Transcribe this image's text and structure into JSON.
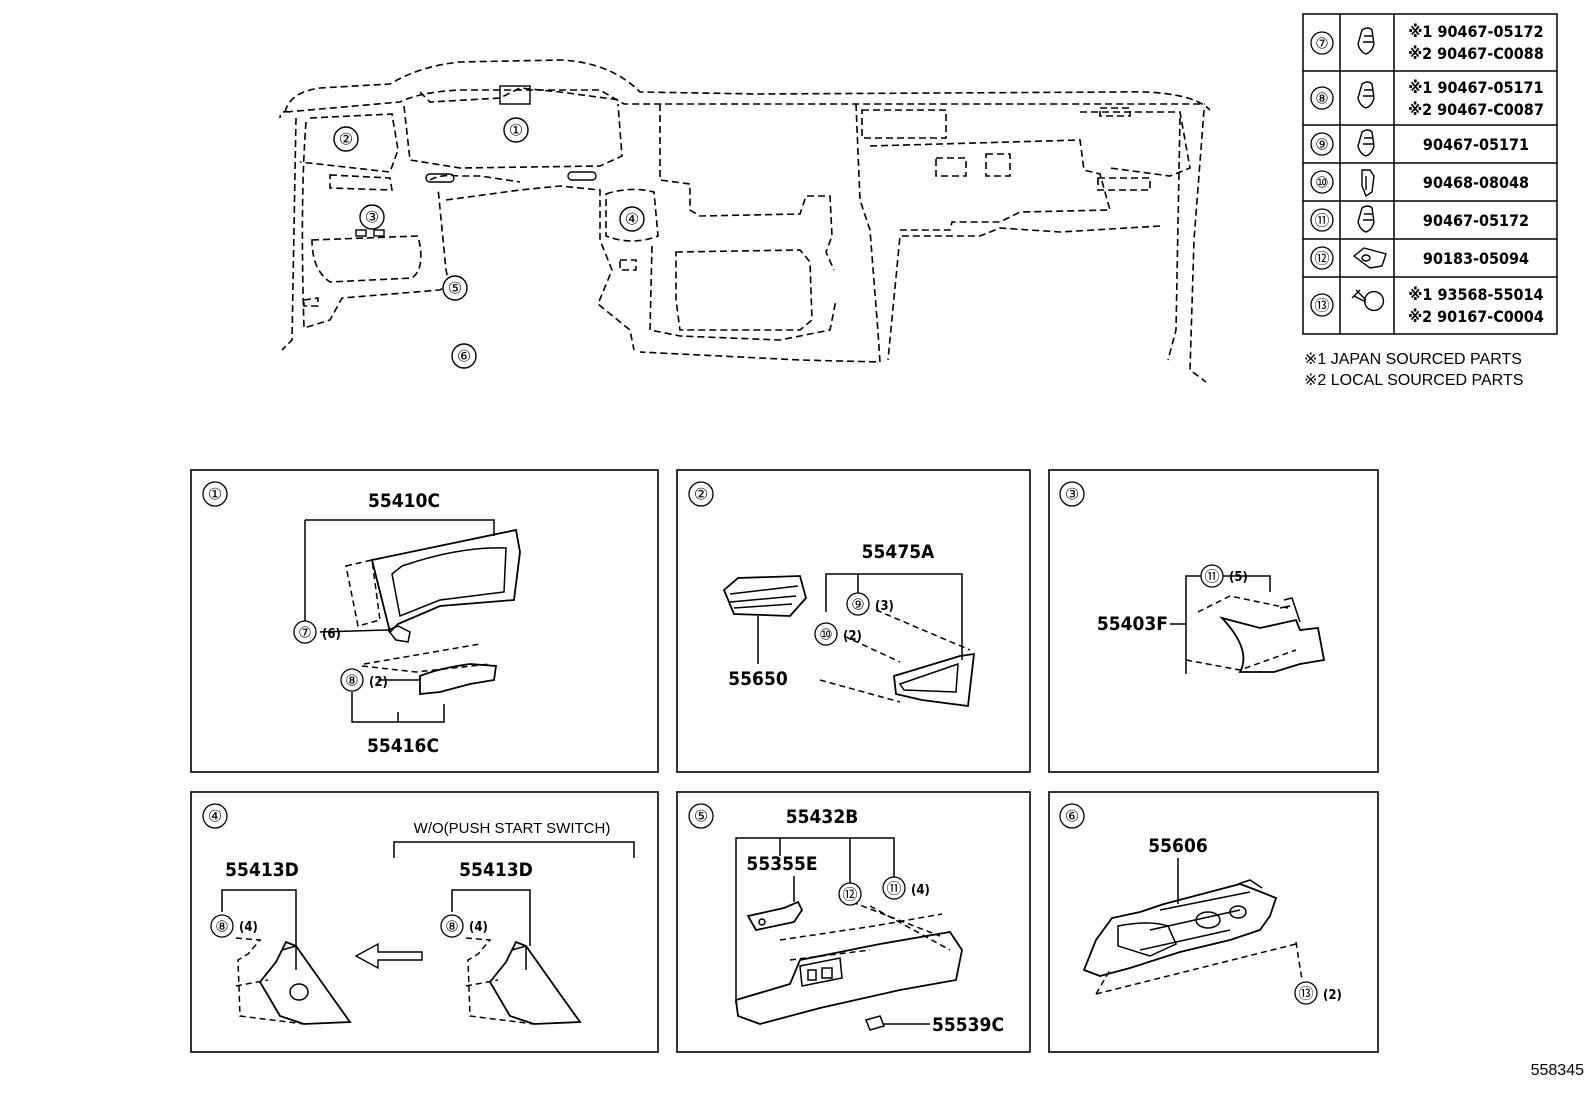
{
  "overview": {
    "callouts": [
      "①",
      "②",
      "③",
      "④",
      "⑤",
      "⑥"
    ]
  },
  "legend": {
    "rows": [
      {
        "num": "⑦",
        "icon": "clip-icon",
        "lines": [
          "※1 90467-05172",
          "※2 90467-C0088"
        ]
      },
      {
        "num": "⑧",
        "icon": "clip-icon",
        "lines": [
          "※1 90467-05171",
          "※2 90467-C0087"
        ]
      },
      {
        "num": "⑨",
        "icon": "clip-icon",
        "lines": [
          "90467-05171"
        ]
      },
      {
        "num": "⑩",
        "icon": "clip-icon",
        "lines": [
          "90468-08048"
        ]
      },
      {
        "num": "⑪",
        "icon": "clip-icon",
        "lines": [
          "90467-05172"
        ]
      },
      {
        "num": "⑫",
        "icon": "nut-icon",
        "lines": [
          "90183-05094"
        ]
      },
      {
        "num": "⑬",
        "icon": "screw-icon",
        "lines": [
          "※1 93568-55014",
          "※2 90167-C0004"
        ]
      }
    ],
    "notes": [
      "※1 JAPAN SOURCED PARTS",
      "※2 LOCAL SOURCED PARTS"
    ]
  },
  "panels": {
    "p1": {
      "num": "①",
      "part_top": "55410C",
      "part_bottom": "55416C",
      "c7": "⑦",
      "q7": "(6)",
      "c8": "⑧",
      "q8": "(2)"
    },
    "p2": {
      "num": "②",
      "part_a": "55475A",
      "part_b": "55650",
      "c9": "⑨",
      "q9": "(3)",
      "c10": "⑩",
      "q10": "(2)"
    },
    "p3": {
      "num": "③",
      "part": "55403F",
      "c11": "⑪",
      "q11": "(5)"
    },
    "p4": {
      "num": "④",
      "note": "W/O(PUSH START SWITCH)",
      "part_left": "55413D",
      "part_right": "55413D",
      "c8": "⑧",
      "q8": "(4)"
    },
    "p5": {
      "num": "⑤",
      "part_a": "55432B",
      "part_b": "55355E",
      "part_c": "55539C",
      "c12": "⑫",
      "c11": "⑪",
      "q11": "(4)"
    },
    "p6": {
      "num": "⑥",
      "part": "55606",
      "c13": "⑬",
      "q13": "(2)"
    }
  },
  "diagram_id": "558345"
}
